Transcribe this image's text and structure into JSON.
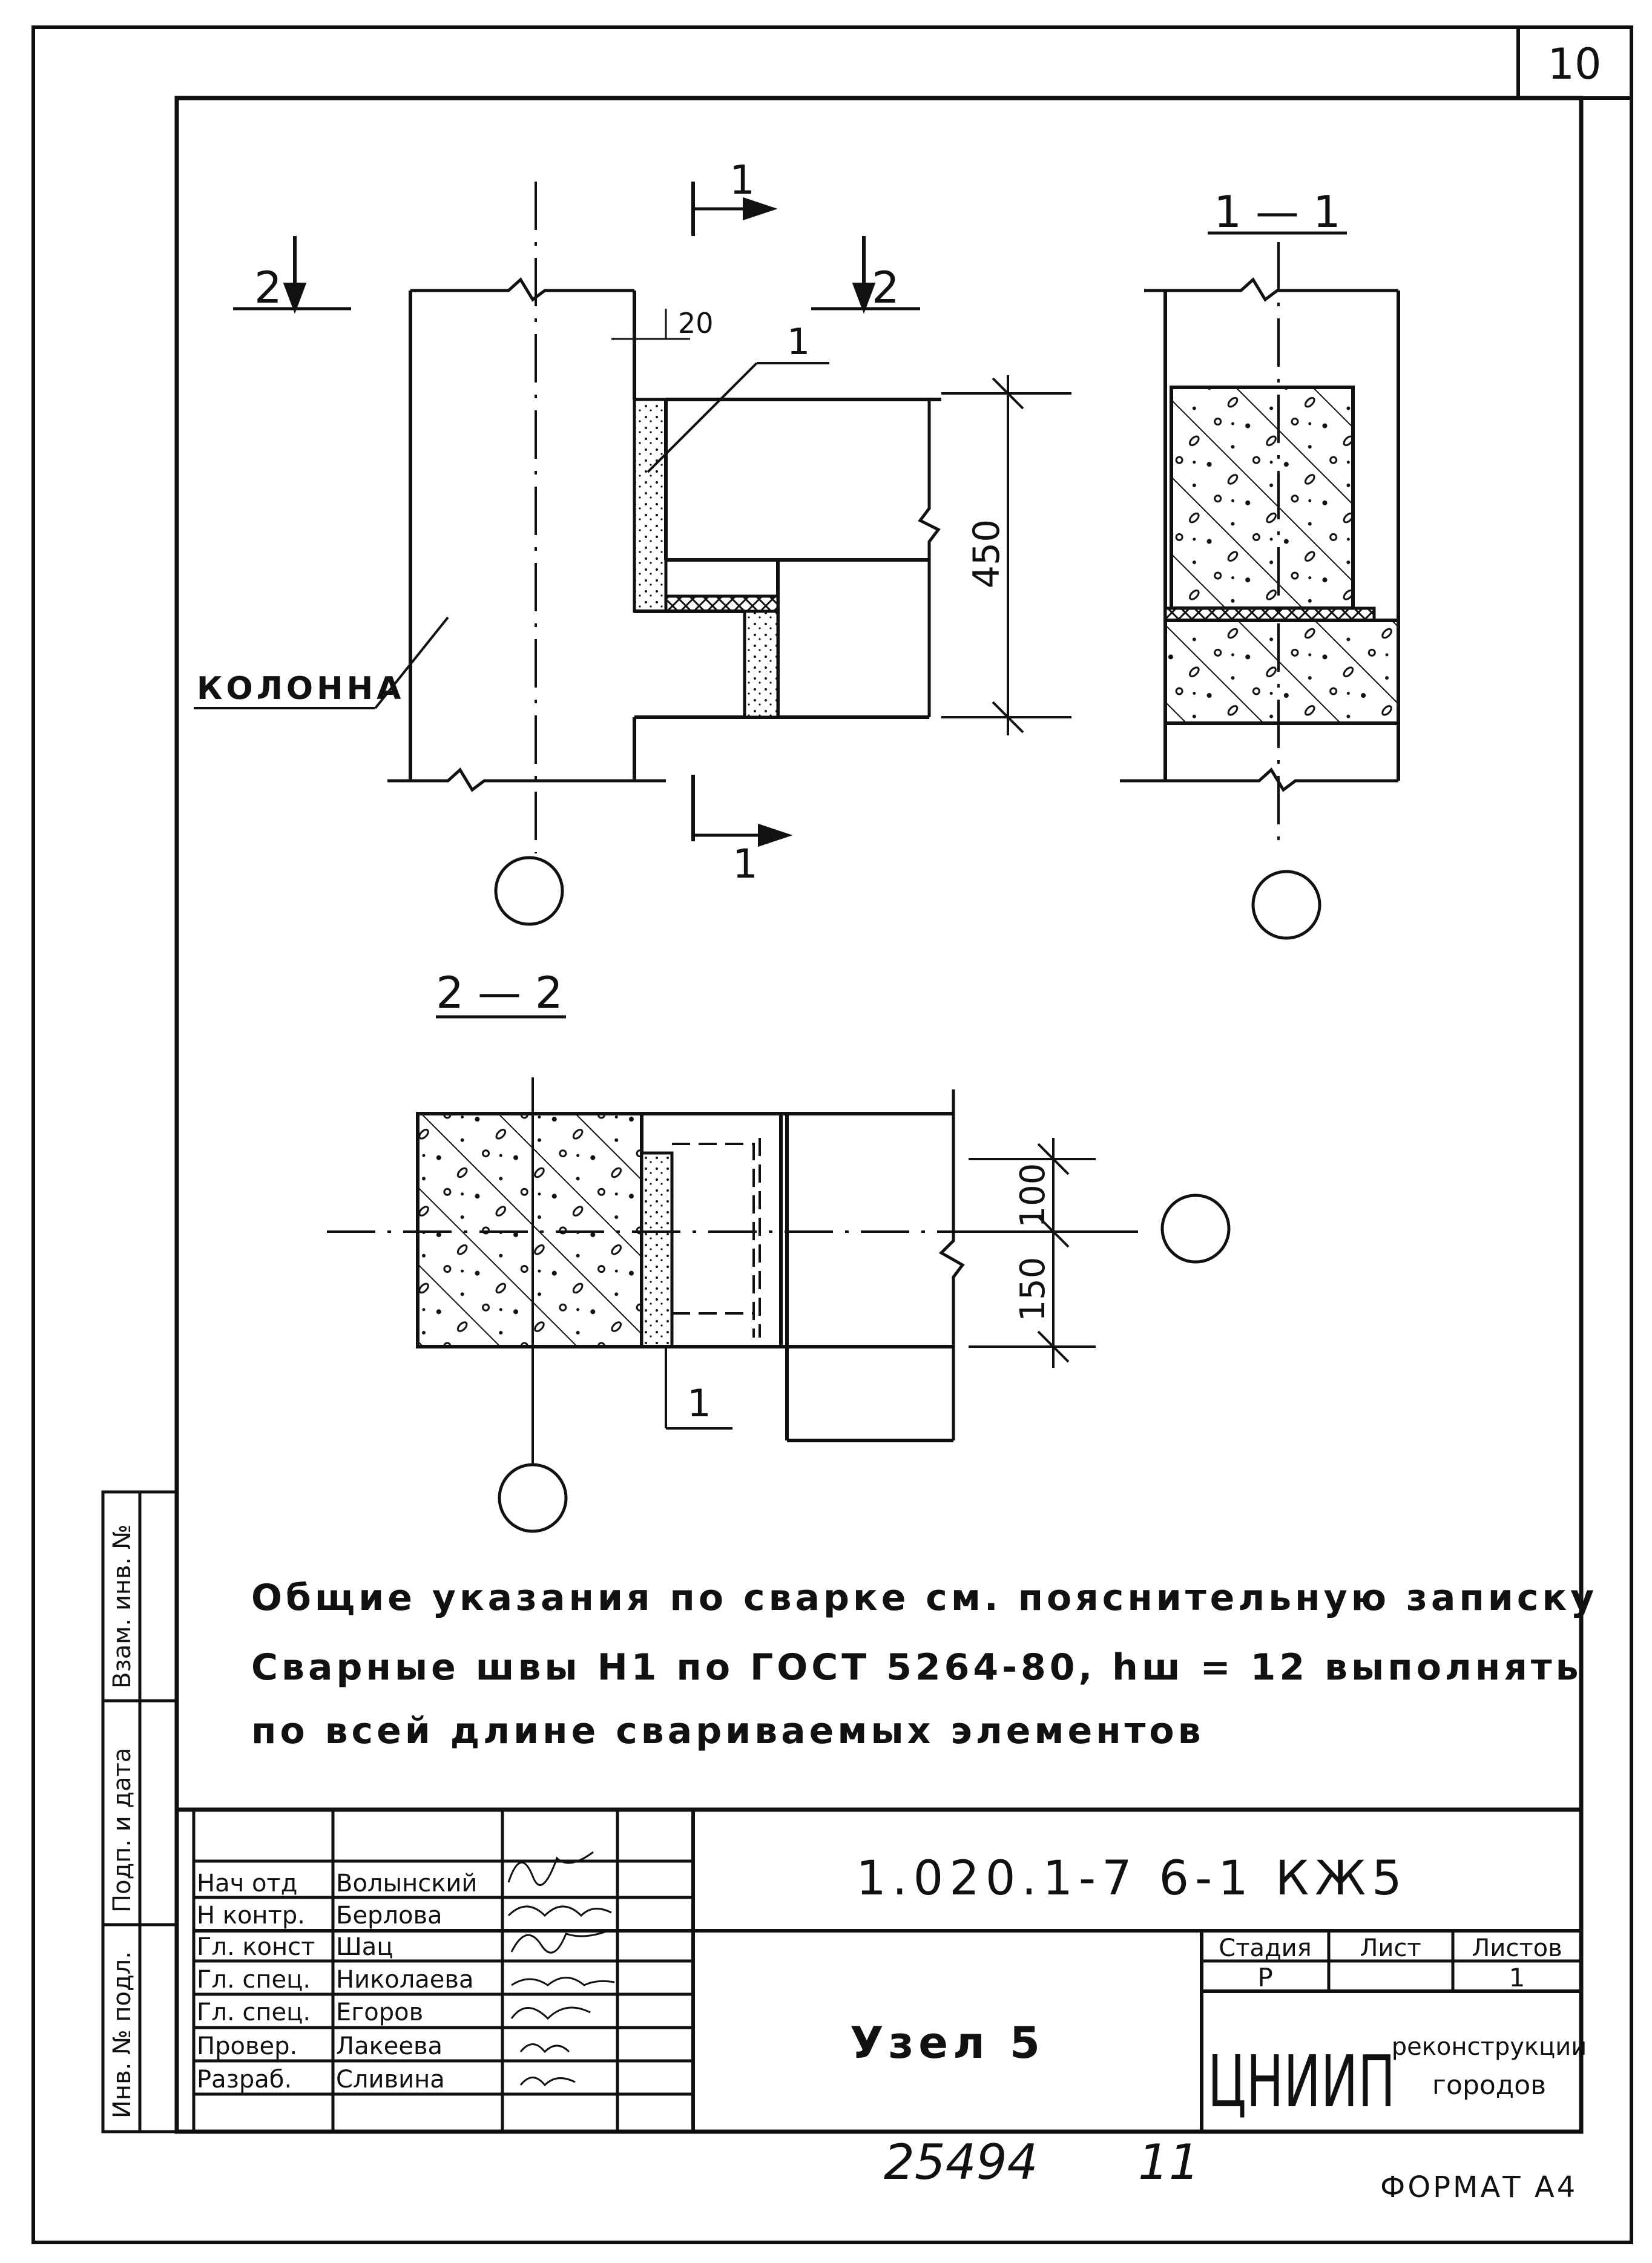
{
  "sheet": {
    "page_number": "10",
    "format_label": "ФОРМАТ А4",
    "inventory_handwritten": "25494",
    "handwritten_page": "11"
  },
  "views": {
    "section_2_marker": "2",
    "section_1_marker": "1",
    "view_1_1_title": "1 — 1",
    "view_2_2_title": "2 — 2",
    "column_label": "КОЛОННА",
    "callout_1": "1",
    "callout_1b": "1",
    "dim_20": "20",
    "dim_450": "450",
    "dim_100": "100",
    "dim_150": "150"
  },
  "notes": {
    "line1": "Общие указания по сварке см. пояснительную записку",
    "line2": "Сварные швы Н1 по ГОСТ 5264-80, hш = 12  выполнять",
    "line3": "по всей длине свариваемых элементов"
  },
  "side_stamp": {
    "cells": [
      "Инв. № подл.",
      "Подп. и дата",
      "Взам. инв. №"
    ]
  },
  "title_block": {
    "document_code": "1.020.1-7   6-1   КЖ5",
    "drawing_name": "Узел 5",
    "stage_header": "Стадия",
    "sheet_header": "Лист",
    "sheets_header": "Листов",
    "stage_value": "Р",
    "sheet_value": "",
    "sheets_value": "1",
    "org_logo": "ЦНИИП",
    "org_line1": "реконструкции",
    "org_line2": "городов",
    "signatures": [
      {
        "role": "Нач отд",
        "name": "Волынский"
      },
      {
        "role": "Н контр.",
        "name": "Берлова"
      },
      {
        "role": "Гл. конст",
        "name": "Шац"
      },
      {
        "role": "Гл. спец.",
        "name": "Николаева"
      },
      {
        "role": "Гл. спец.",
        "name": "Егоров"
      },
      {
        "role": "Провер.",
        "name": "Лакеева"
      },
      {
        "role": "Разраб.",
        "name": "Сливина"
      }
    ]
  }
}
